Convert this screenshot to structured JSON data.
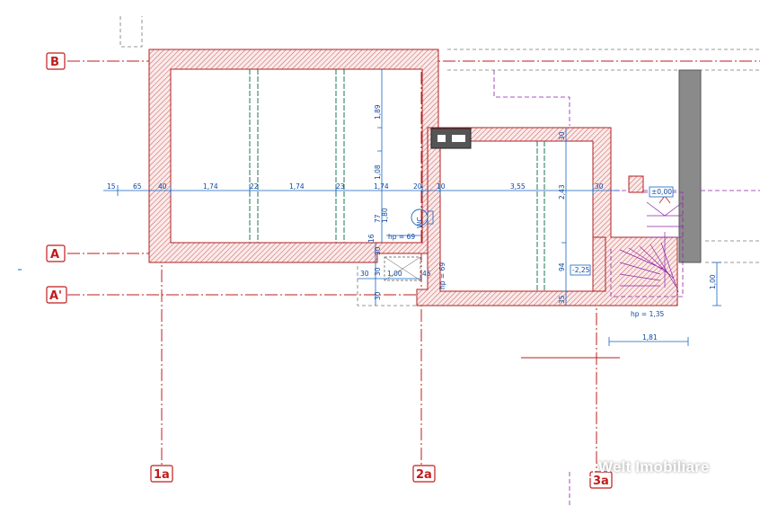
{
  "grid_axes": {
    "B": "B",
    "A": "A",
    "A_prime": "A'",
    "one_a": "1a",
    "two_a": "2a",
    "three_a": "3a"
  },
  "dimensions": {
    "d15": "15",
    "d65": "65",
    "d40": "40",
    "d174a": "1,74",
    "d22": "22",
    "d174b": "1,74",
    "d23": "23",
    "d174c": "1,74",
    "d20": "20",
    "d10": "10",
    "d355": "3,55",
    "d30r": "30",
    "d189": "1,89",
    "d108": "1,08",
    "d77": "77",
    "d180": "1,80",
    "d16": "16",
    "d30a": "30",
    "d30b": "30",
    "d100h": "1,00",
    "d45": "45",
    "d30c": "30",
    "d30d": "30",
    "d243": "2,43",
    "d94": "94",
    "d35": "35",
    "d181": "1,81",
    "d100v": "1,00",
    "hp69a": "hp = 69",
    "hp69b": "hp = 69",
    "hp135": "hp = 1,35",
    "level0": "±0,00",
    "level225": "-2,25",
    "wc": "WC"
  },
  "watermark": {
    "text": "Welt Imobiliare"
  },
  "colors": {
    "axis": "#c21b1b",
    "wall": "#b02020",
    "dimension": "#1565c0",
    "joinery": "#1b7a55",
    "stair": "#8e24aa"
  }
}
